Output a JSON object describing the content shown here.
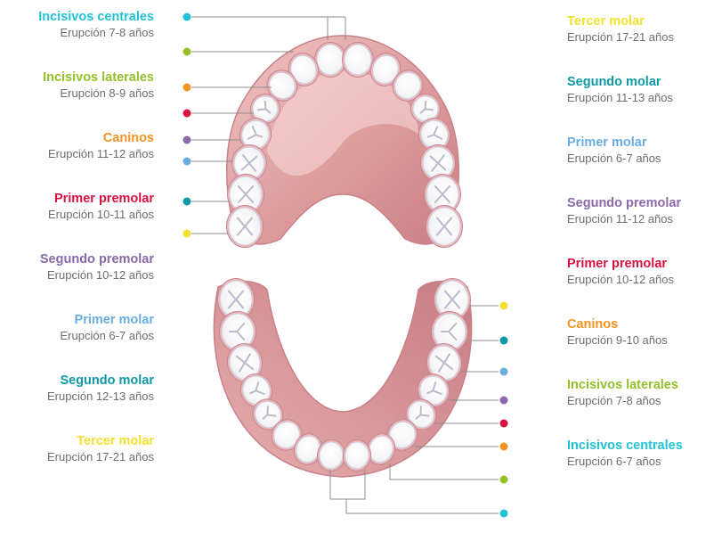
{
  "colors": {
    "incisivos_centrales": "#22c2d6",
    "incisivos_laterales": "#93c12a",
    "caninos": "#f39322",
    "primer_premolar": "#d8123f",
    "segundo_premolar": "#8a6aa8",
    "primer_molar": "#6aaee0",
    "segundo_molar": "#0f99a5",
    "tercer_molar": "#f3e02f"
  },
  "upper": [
    {
      "title": "Incisivos centrales",
      "sub": "Erupción 7-8 años",
      "color_key": "incisivos_centrales"
    },
    {
      "title": "Incisivos laterales",
      "sub": "Erupción 8-9 años",
      "color_key": "incisivos_laterales"
    },
    {
      "title": "Caninos",
      "sub": "Erupción 11-12 años",
      "color_key": "caninos"
    },
    {
      "title": "Primer premolar",
      "sub": "Erupción 10-11 años",
      "color_key": "primer_premolar"
    },
    {
      "title": "Segundo premolar",
      "sub": "Erupción 10-12 años",
      "color_key": "segundo_premolar"
    },
    {
      "title": "Primer molar",
      "sub": "Erupción 6-7 años",
      "color_key": "primer_molar"
    },
    {
      "title": "Segundo molar",
      "sub": "Erupción 12-13 años",
      "color_key": "segundo_molar"
    },
    {
      "title": "Tercer molar",
      "sub": "Erupción 17-21 años",
      "color_key": "tercer_molar"
    }
  ],
  "lower": [
    {
      "title": "Tercer molar",
      "sub": "Erupción 17-21 años",
      "color_key": "tercer_molar"
    },
    {
      "title": "Segundo molar",
      "sub": "Erupción 11-13 años",
      "color_key": "segundo_molar"
    },
    {
      "title": "Primer molar",
      "sub": "Erupción 6-7 años",
      "color_key": "primer_molar"
    },
    {
      "title": "Segundo premolar",
      "sub": "Erupción 11-12 años",
      "color_key": "segundo_premolar"
    },
    {
      "title": "Primer premolar",
      "sub": "Erupción 10-12 años",
      "color_key": "primer_premolar"
    },
    {
      "title": "Caninos",
      "sub": "Erupción 9-10 años",
      "color_key": "caninos"
    },
    {
      "title": "Incisivos laterales",
      "sub": "Erupción 7-8 años",
      "color_key": "incisivos_laterales"
    },
    {
      "title": "Incisivos centrales",
      "sub": "Erupción 6-7 años",
      "color_key": "incisivos_centrales"
    }
  ]
}
